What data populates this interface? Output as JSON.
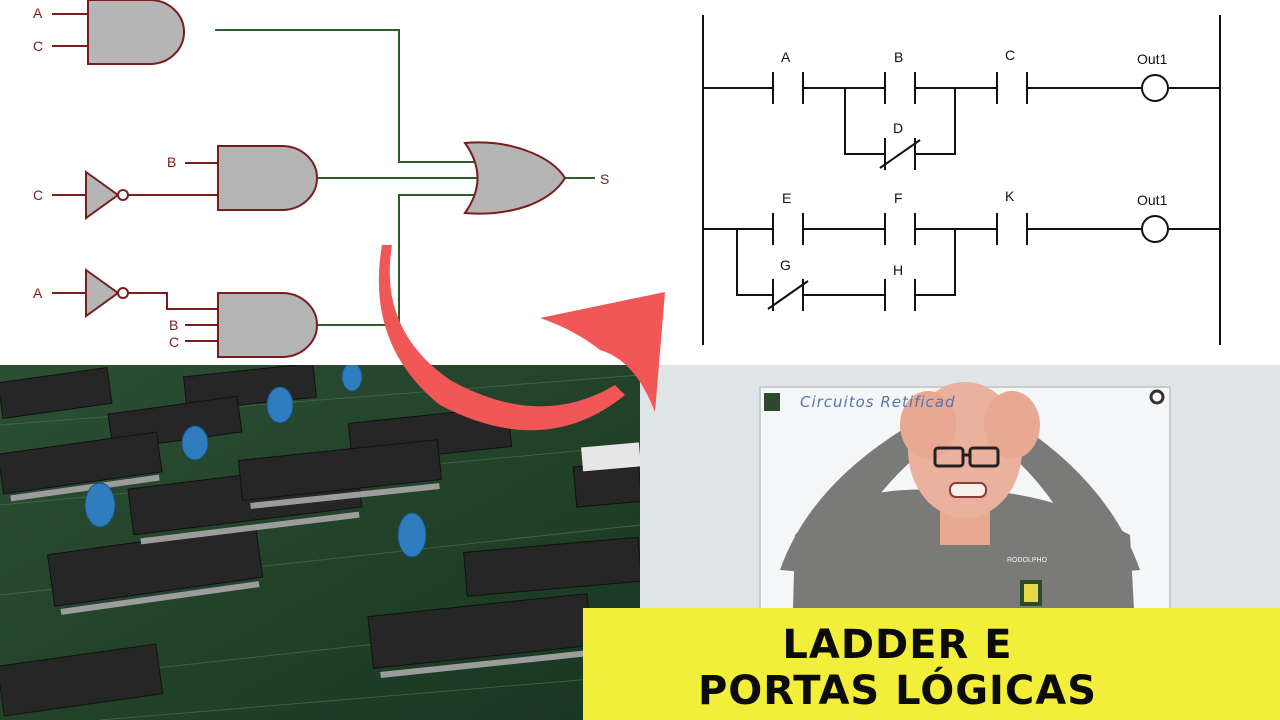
{
  "logic_diagram": {
    "inputs_gate1": [
      "A",
      "C"
    ],
    "inputs_gate2": [
      "C",
      "B"
    ],
    "inputs_gate3": [
      "A",
      "B",
      "C"
    ],
    "output": "S",
    "colors": {
      "gate_fill": "#b5b5b5",
      "gate_stroke": "#7a1d1d",
      "wire_input": "#7a1d1d",
      "wire_output": "#2d5f2d"
    }
  },
  "ladder_diagram": {
    "rung1": {
      "contacts": [
        "A",
        "B",
        "C"
      ],
      "parallel_contact": "D",
      "coil": "Out1"
    },
    "rung2": {
      "contacts": [
        "E",
        "F",
        "K"
      ],
      "parallel_contacts": [
        "G",
        "H"
      ],
      "coil": "Out1"
    }
  },
  "arrow": {
    "color": "#f25757"
  },
  "photo_right": {
    "whiteboard_text": "Circuitos Retificad",
    "shirt_tag": "RODOLPHO"
  },
  "banner": {
    "line1": "LADDER E",
    "line2": "PORTAS LÓGICAS",
    "color": "#f2ef3b"
  }
}
